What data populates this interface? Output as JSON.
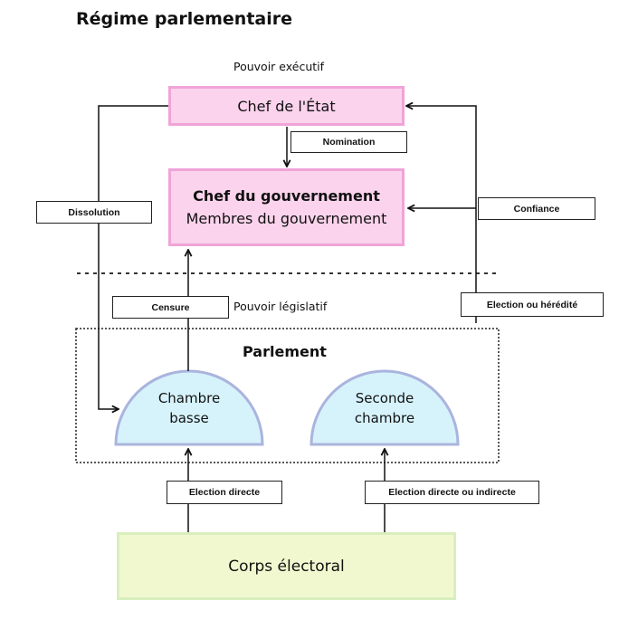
{
  "title": "Régime parlementaire",
  "executive": {
    "section_label": "Pouvoir exécutif",
    "head_of_state": "Chef de l'État",
    "head_of_government": "Chef du gouvernement",
    "government_members": "Membres du gouvernement"
  },
  "legislative": {
    "section_label": "Pouvoir législatif",
    "parliament_label": "Parlement",
    "lower_chamber_line1": "Chambre",
    "lower_chamber_line2": "basse",
    "upper_chamber_line1": "Seconde",
    "upper_chamber_line2": "chambre"
  },
  "electorate": "Corps électoral",
  "relations": {
    "nomination": "Nomination",
    "dissolution": "Dissolution",
    "confidence": "Confiance",
    "censure": "Censure",
    "election_or_heredity": "Election ou hérédité",
    "direct_election": "Election directe",
    "direct_or_indirect_election": "Election directe ou indirecte"
  },
  "colors": {
    "executive_fill": "#fbd3ec",
    "executive_border": "#f0a4d8",
    "chamber_fill": "#d6f3fc",
    "chamber_border": "#aab4dd",
    "electorate_fill": "#f1f8cf",
    "electorate_border": "#d8efbd"
  }
}
